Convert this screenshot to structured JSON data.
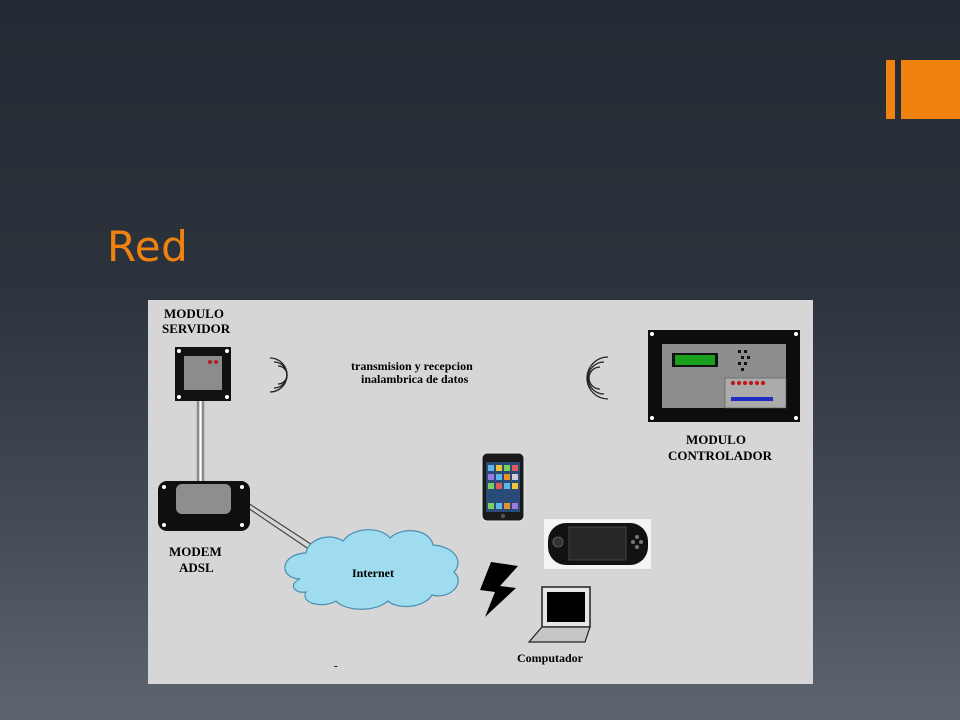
{
  "slide": {
    "title": "Red",
    "accent_color": "#f0820f"
  },
  "diagram": {
    "servidor_label_1": "MODULO",
    "servidor_label_2": "SERVIDOR",
    "wireless_label_1": "transmision y recepcion",
    "wireless_label_2": "inalambrica de datos",
    "controlador_label_1": "MODULO",
    "controlador_label_2": "CONTROLADOR",
    "modem_label_1": "MODEM",
    "modem_label_2": "ADSL",
    "internet_label": "Internet",
    "computer_label": "Computador",
    "stray_mark": "-",
    "icons": [
      "server-module-icon",
      "wireless-waves-icon",
      "controller-module-icon",
      "modem-icon",
      "internet-cloud-icon",
      "smartphone-icon",
      "handheld-console-icon",
      "lightning-bolt-icon",
      "laptop-icon"
    ]
  }
}
